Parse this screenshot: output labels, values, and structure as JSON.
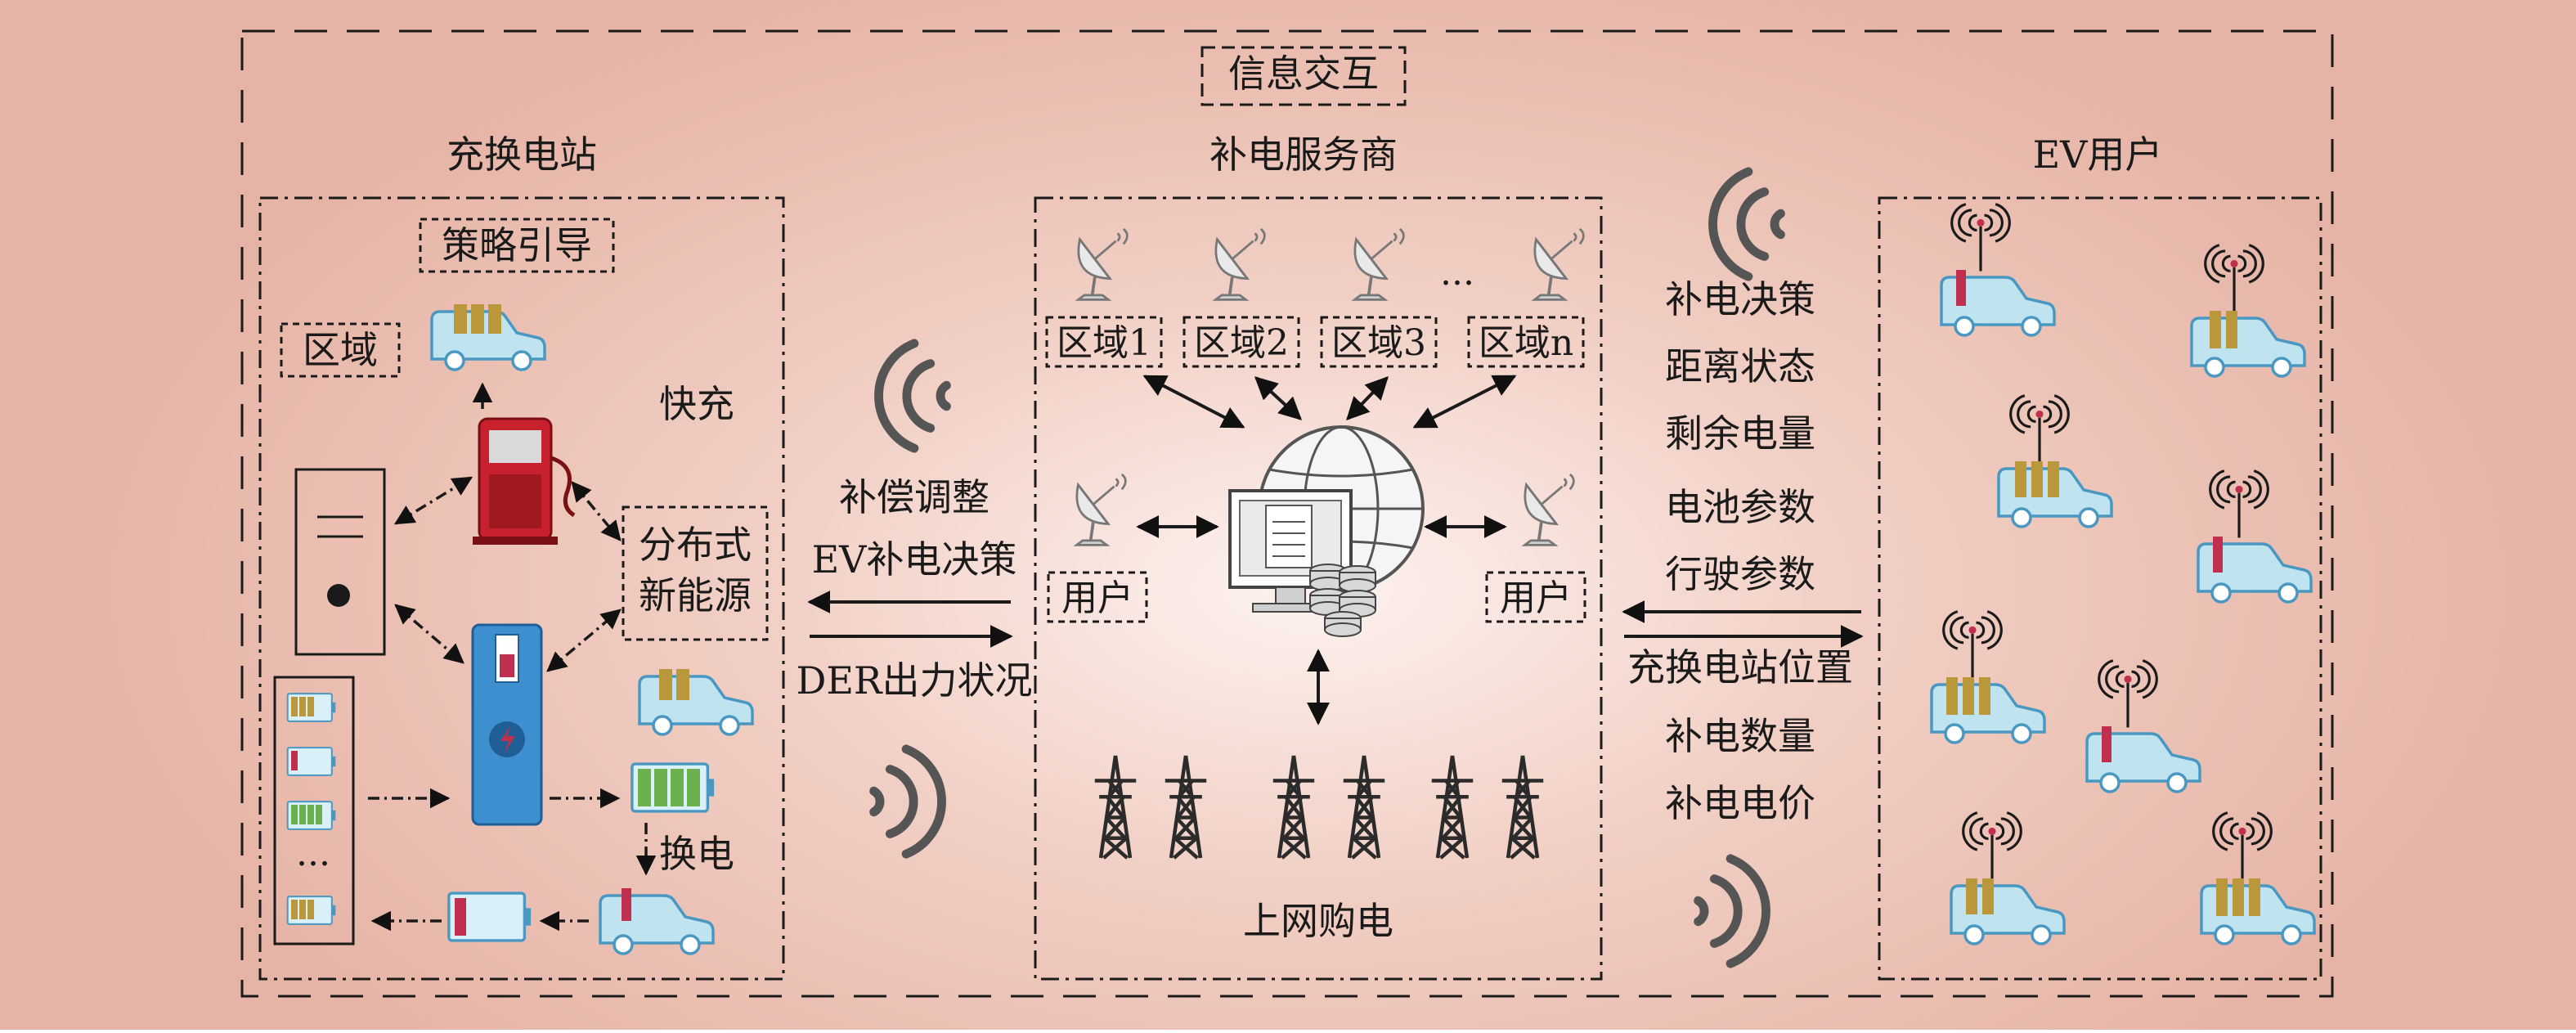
{
  "colors": {
    "bg_center": "#fdf2ef",
    "bg_edge": "#e6b4a6",
    "car_body": "#bfe4f0",
    "car_outline": "#4a98c2",
    "battery_fill_brown": "#b9973a",
    "battery_fill_red": "#c0304e",
    "battery_fill_green": "#6ab04c",
    "pump_red": "#c8202c",
    "station_blue": "#3d8fd0",
    "tower_dark": "#2b2b2b"
  },
  "info_exchange": "信息交互",
  "left": {
    "title": "充换电站",
    "strategy_box": "策略引导",
    "zone_box": "区域",
    "fast_charge": "快充",
    "der_box_line1": "分布式",
    "der_box_line2": "新能源",
    "swap_label": "换电",
    "battery_ellipsis": "..."
  },
  "mid_left": {
    "line1": "补偿调整",
    "line2": "EV补电决策",
    "line3": "DER出力状况"
  },
  "center": {
    "title": "补电服务商",
    "zones": [
      "区域1",
      "区域2",
      "区域3",
      "区域n"
    ],
    "zone_ellipsis": "...",
    "user_left": "用户",
    "user_right": "用户",
    "grid_label": "上网购电"
  },
  "mid_right": {
    "items_top": [
      "补电决策",
      "距离状态",
      "剩余电量",
      "电池参数",
      "行驶参数"
    ],
    "items_bottom": [
      "充换电站位置",
      "补电数量",
      "补电电价"
    ]
  },
  "right": {
    "title": "EV用户"
  }
}
